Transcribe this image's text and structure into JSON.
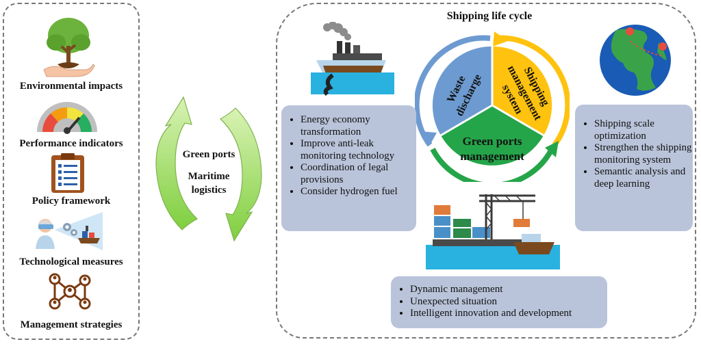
{
  "left": {
    "items": [
      {
        "label": "Environmental impacts",
        "icon": "tree-in-hand-icon"
      },
      {
        "label": "Performance indicators",
        "icon": "gauge-icon"
      },
      {
        "label": "Policy framework",
        "icon": "clipboard-icon"
      },
      {
        "label": "Technological measures",
        "icon": "vr-technology-icon"
      },
      {
        "label": "Management strategies",
        "icon": "network-people-icon"
      }
    ]
  },
  "center": {
    "label_1": "Green ports",
    "label_2": "Maritime",
    "label_3": "logistics"
  },
  "right": {
    "title": "Shipping life cycle",
    "cycle": {
      "segment_1": [
        "Waste",
        "discharge"
      ],
      "segment_2": [
        "Shipping",
        "management",
        "system"
      ],
      "segment_3": [
        "Green ports",
        "management"
      ]
    },
    "box_left": [
      "Energy economy transformation",
      "Improve anti-leak monitoring technology",
      "Coordination of legal provisions",
      "Consider hydrogen fuel"
    ],
    "box_right": [
      "Shipping scale optimization",
      "Strengthen the shipping monitoring system",
      "Semantic analysis and deep learning"
    ],
    "box_bottom": [
      "Dynamic management",
      "Unexpected situation",
      "Intelligent innovation and development"
    ]
  },
  "colors": {
    "blue_segment": "#6d9bd1",
    "yellow_segment": "#ffc20e",
    "green_segment": "#25a54a",
    "arrow_green": "#8fd14f",
    "box_fill": "#b9c4da"
  }
}
